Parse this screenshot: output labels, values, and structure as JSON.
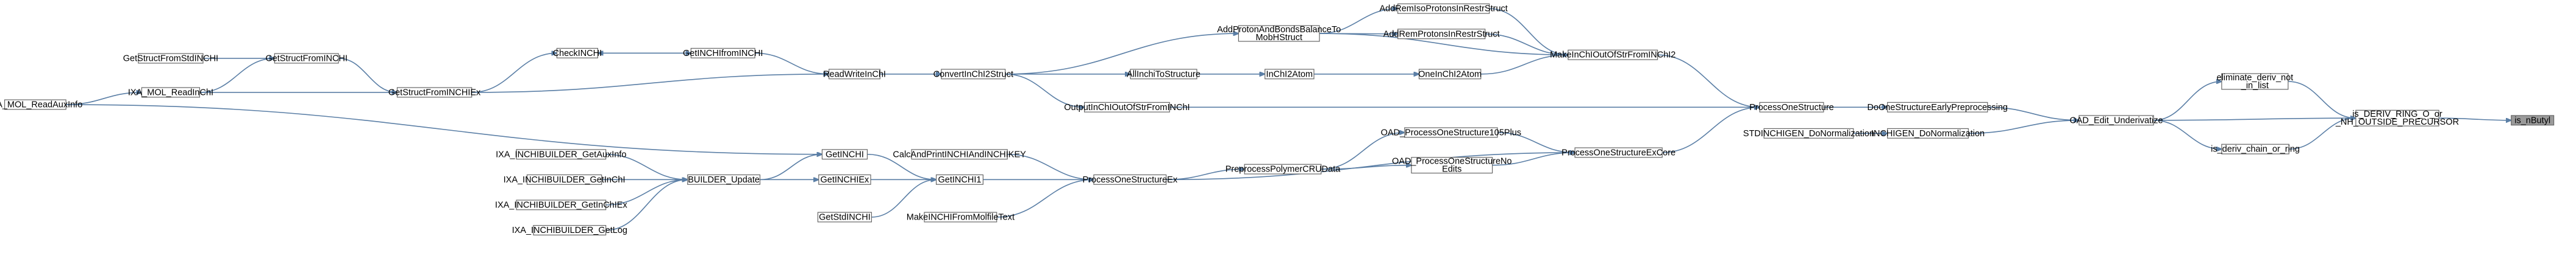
{
  "graph": {
    "colors": {
      "edge": "#5b7fa6",
      "node_border": "#666666",
      "node_fill": "#ffffff",
      "focus_fill": "#9a9a9a"
    },
    "nodes": {
      "n_readaux": {
        "label": "IXA_MOL_ReadAuxInfo"
      },
      "n_getstd": {
        "label": "GetStructFromStdINCHI"
      },
      "n_readinchi_ixa": {
        "label": "IXA_MOL_ReadInChI"
      },
      "n_getstructinchi": {
        "label": "GetStructFromINCHI"
      },
      "n_getstructinchiex": {
        "label": "GetStructFromINCHIEx"
      },
      "n_checkinchi": {
        "label": "CheckINCHI"
      },
      "n_getinchifrominchi": {
        "label": "GetINCHIfromINCHI"
      },
      "n_readwriteinchi": {
        "label": "ReadWriteInChI"
      },
      "n_convertinchi2struct": {
        "label": "ConvertInChI2Struct"
      },
      "n_addproton": {
        "label": "AddProtonAndBondsBalanceTo\nMobHStruct"
      },
      "n_addremiso": {
        "label": "AddRemIsoProtonsInRestrStruct"
      },
      "n_addremprot": {
        "label": "AddRemProtonsInRestrStruct"
      },
      "n_allinchitostructure": {
        "label": "AllInchiToStructure"
      },
      "n_inchi2atom": {
        "label": "InChI2Atom"
      },
      "n_oneinchi2atom": {
        "label": "OneInChI2Atom"
      },
      "n_makeinchiout": {
        "label": "MakeInChIOutOfStrFromINChI2"
      },
      "n_outputinchiout": {
        "label": "OutputInChIOutOfStrFromINChI"
      },
      "n_processonestructure": {
        "label": "ProcessOneStructure"
      },
      "n_donestructearly": {
        "label": "DoOneStructureEarlyPreprocessing"
      },
      "n_stdinchigen": {
        "label": "STDINCHIGEN_DoNormalization"
      },
      "n_inchigen": {
        "label": "INCHIGEN_DoNormalization"
      },
      "n_oad_edit": {
        "label": "OAD_Edit_Underivatize"
      },
      "n_elim": {
        "label": "eliminate_deriv_not\n_in_list"
      },
      "n_isderiv": {
        "label": "is_DERIV_RING_O_or\n_NH_OUTSIDE_PRECURSOR"
      },
      "n_isderivchain": {
        "label": "is_deriv_chain_or_ring"
      },
      "n_isnbutyl": {
        "label": "is_nButyl"
      },
      "n_getauxinfo": {
        "label": "IXA_INCHIBUILDER_GetAuxInfo"
      },
      "n_getinchi_b": {
        "label": "IXA_INCHIBUILDER_GetInChI"
      },
      "n_getinchiex_b": {
        "label": "IXA_INCHIBUILDER_GetInChIEx"
      },
      "n_getlog": {
        "label": "IXA_INCHIBUILDER_GetLog"
      },
      "n_builder_update": {
        "label": "BUILDER_Update"
      },
      "n_getinchi": {
        "label": "GetINCHI"
      },
      "n_getinchiex": {
        "label": "GetINCHIEx"
      },
      "n_getstdinchi": {
        "label": "GetStdINCHI"
      },
      "n_calcandprint": {
        "label": "CalcAndPrintINCHIAndINCHIKEY"
      },
      "n_getinchi1": {
        "label": "GetINCHI1"
      },
      "n_makeinchifrommol": {
        "label": "MakeINCHIFromMolfileText"
      },
      "n_processonestructureex": {
        "label": "ProcessOneStructureEx"
      },
      "n_preprocesspolymer": {
        "label": "PreprocessPolymerCRUData"
      },
      "n_oad_processone105": {
        "label": "OAD_ProcessOneStructure105Plus"
      },
      "n_oad_processonenoedits": {
        "label": "OAD_ProcessOneStructureNo\nEdits"
      },
      "n_processonestructureexcore": {
        "label": "ProcessOneStructureExCore"
      }
    }
  }
}
